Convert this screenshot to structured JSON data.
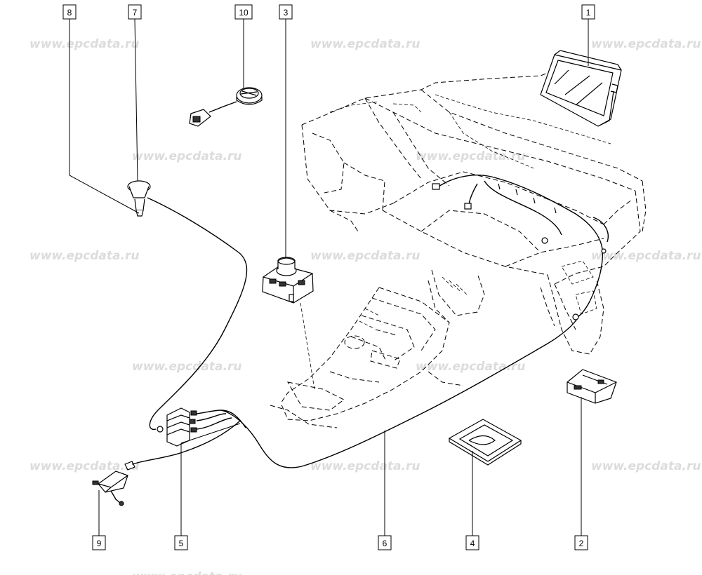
{
  "watermark": {
    "text": "www.epcdata.ru"
  },
  "callouts": [
    {
      "label": "1"
    },
    {
      "label": "2"
    },
    {
      "label": "3"
    },
    {
      "label": "4"
    },
    {
      "label": "5"
    },
    {
      "label": "6"
    },
    {
      "label": "7"
    },
    {
      "label": "8"
    },
    {
      "label": "9"
    },
    {
      "label": "10"
    }
  ]
}
